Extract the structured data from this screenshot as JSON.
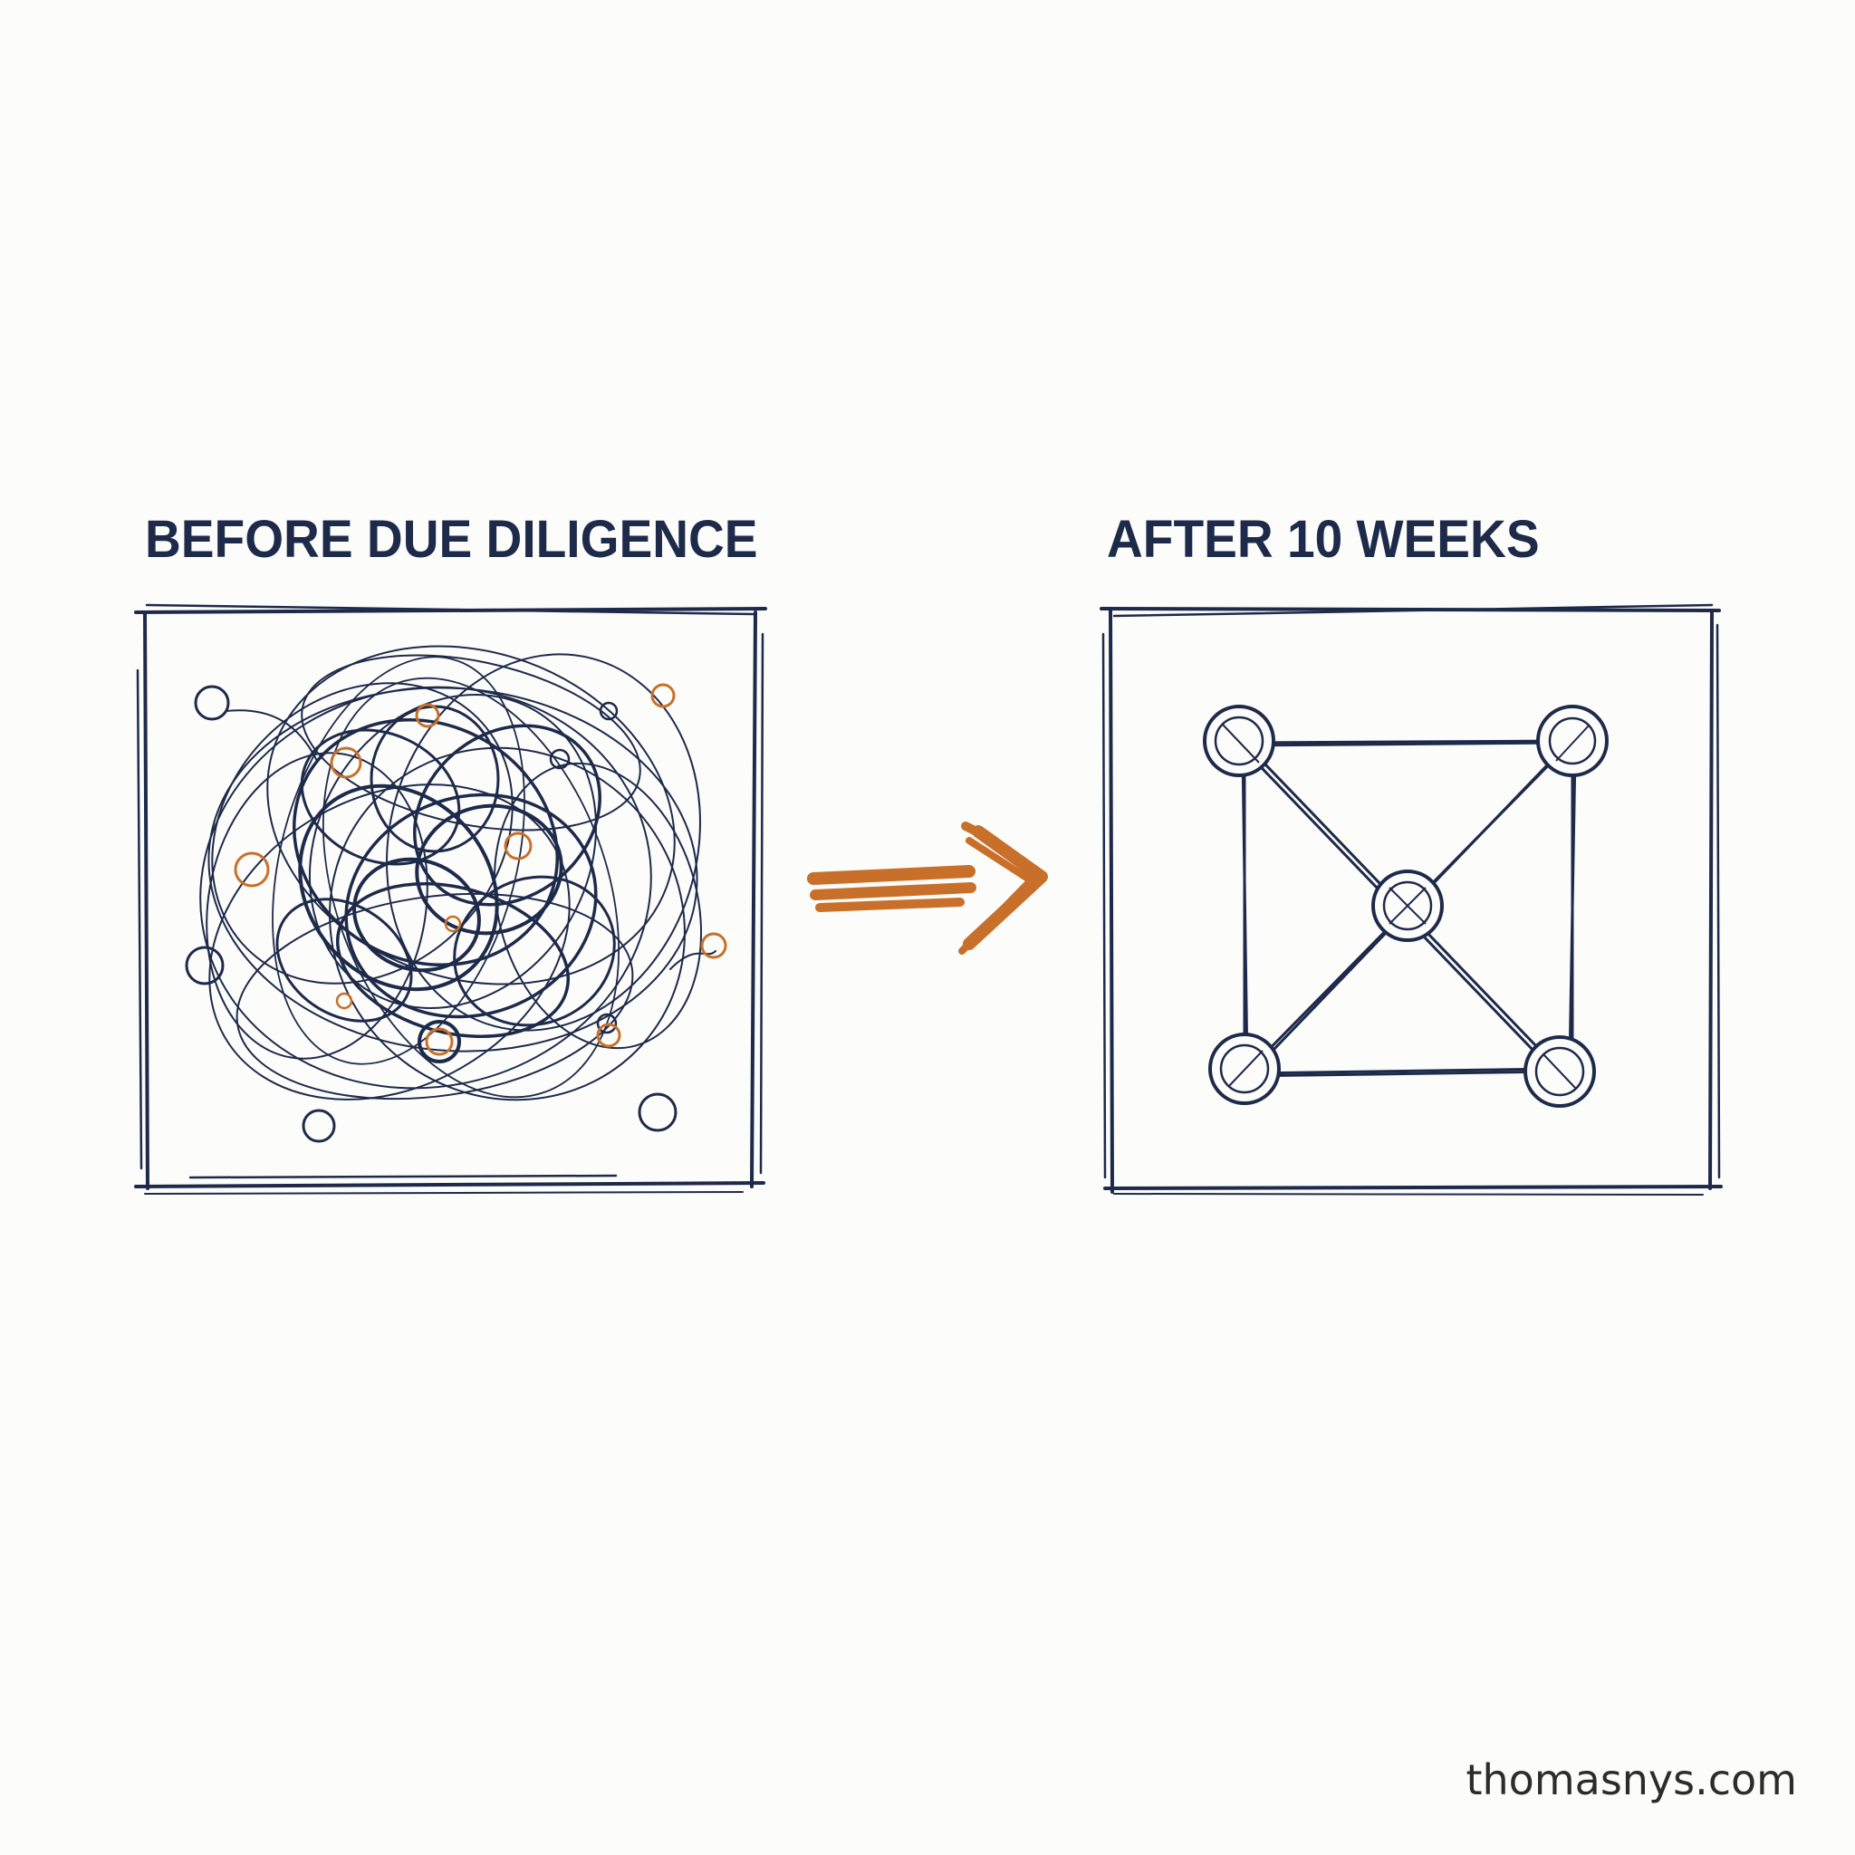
{
  "before_panel": {
    "title": "BEFORE DUE DILIGENCE"
  },
  "after_panel": {
    "title": "AFTER 10 WEEKS"
  },
  "watermark": "thomasnys.com",
  "colors": {
    "ink": "#1e2a4a",
    "accent": "#c8702a",
    "background": "#fcfcfb"
  }
}
